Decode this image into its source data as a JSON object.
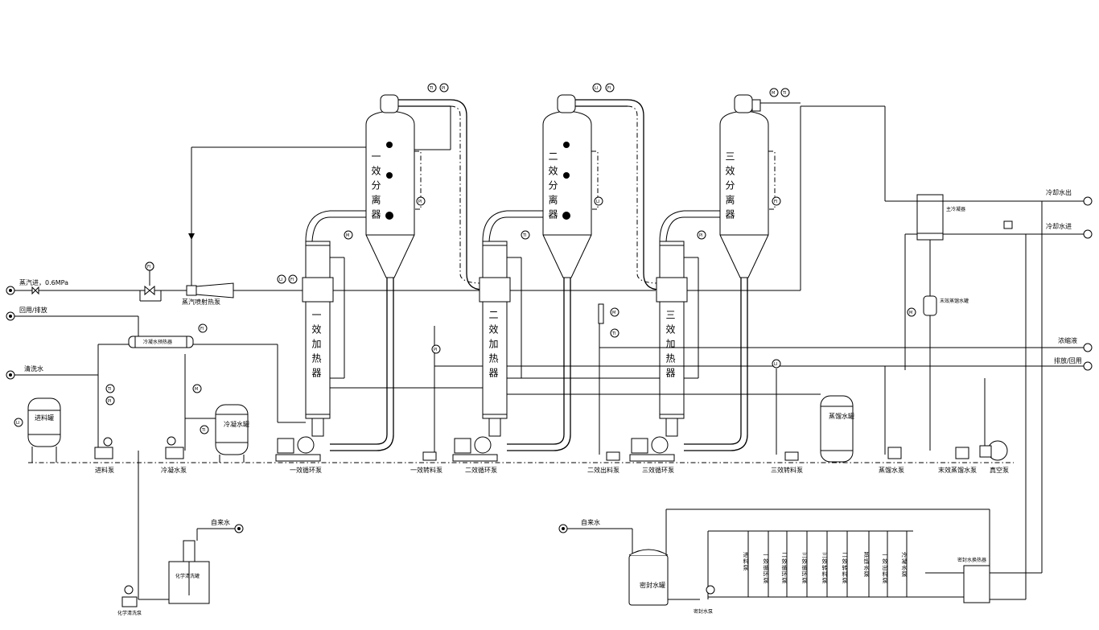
{
  "diagram": {
    "separators": [
      "一效分离器",
      "二效分离器",
      "三效分离器"
    ],
    "heaters": [
      "一效加热器",
      "二效加热器",
      "三效加热器"
    ],
    "tanks": {
      "feed_tank": "进料罐",
      "condensate_tank": "冷凝水罐",
      "distilled_tank": "蒸馏水罐",
      "seal_tank": "密封水罐",
      "cip_tank": "化学清洗罐"
    },
    "exchangers": {
      "preheater": "冷凝水预热器",
      "main_condenser": "主冷凝器",
      "final_tank": "末效蒸馏水罐",
      "seal_cooler": "密封水换热器"
    },
    "steam_pump": "蒸汽喷射热泵",
    "pumps": {
      "feed": "进料泵",
      "condensate": "冷凝水泵",
      "circ1": "一效循环泵",
      "transfer1": "一效转料泵",
      "circ2": "二效循环泵",
      "discharge2": "二效出料泵",
      "circ3": "三效循环泵",
      "transfer3": "三效转料泵",
      "distilled": "蒸馏水泵",
      "final_distilled": "末效蒸馏水泵",
      "vacuum": "真空泵",
      "seal_water": "密封水泵",
      "cip": "化学清洗泵"
    },
    "streams": {
      "steam_in": "蒸汽进，0.6MPa",
      "reflux": "回用/排放",
      "wash": "清洗水",
      "cooling_out": "冷却水出",
      "cooling_in": "冷却水进",
      "concentrate": "浓缩液",
      "drain": "排放/回用",
      "tap_water_1": "自来水",
      "tap_water_2": "自来水"
    },
    "seal_users": [
      "进料泵",
      "一效循环泵",
      "二效循环泵",
      "三效循环泵",
      "三效转料泵",
      "二效转料泵",
      "蒸馏水泵",
      "一效出料泵",
      "冷凝水泵"
    ],
    "instruments": [
      "TI",
      "PI",
      "LI",
      "FI",
      "M"
    ]
  }
}
